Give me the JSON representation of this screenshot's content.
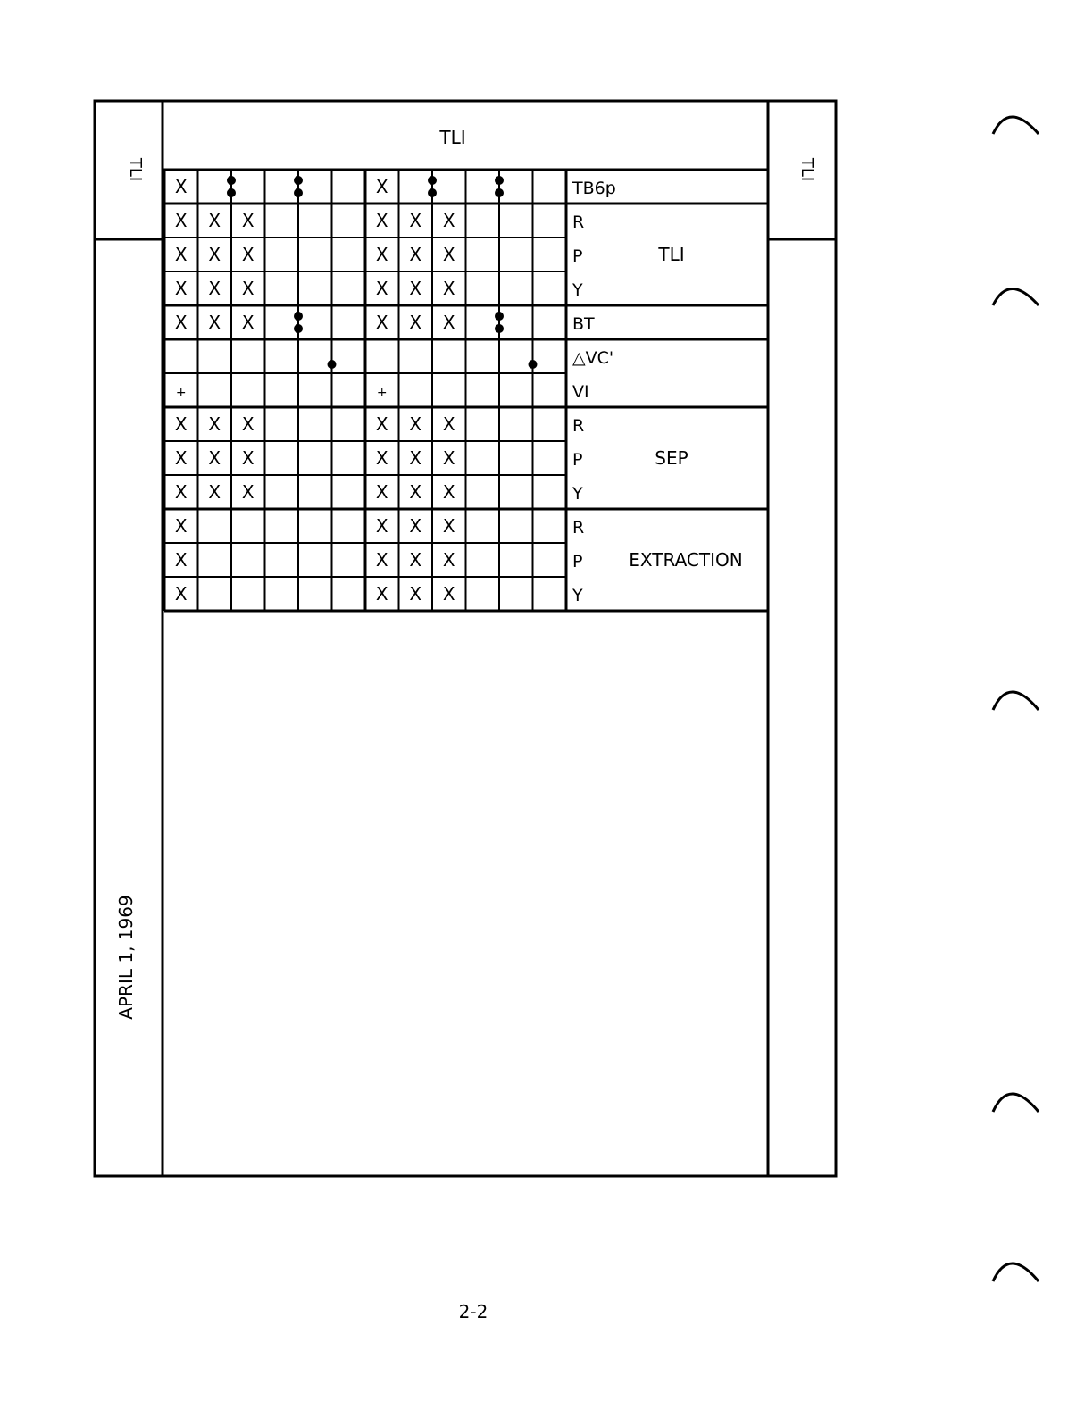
{
  "header_title": "TLI",
  "side_tab_left": "TLI",
  "side_tab_right": "TLI",
  "date": "APRIL 1, 1969",
  "page_number": "2-2",
  "grid": {
    "rows": [
      {
        "cells": [
          "X",
          "",
          "",
          "",
          "",
          "",
          "X",
          "",
          "",
          "",
          "",
          ""
        ],
        "double_dots": [
          2,
          4
        ],
        "single_dots": []
      },
      {
        "cells": [
          "X",
          "X",
          "X",
          "",
          "",
          "",
          "X",
          "X",
          "X",
          "",
          "",
          ""
        ],
        "double_dots": [],
        "single_dots": []
      },
      {
        "cells": [
          "X",
          "X",
          "X",
          "",
          "",
          "",
          "X",
          "X",
          "X",
          "",
          "",
          ""
        ],
        "double_dots": [],
        "single_dots": []
      },
      {
        "cells": [
          "X",
          "X",
          "X",
          "",
          "",
          "",
          "X",
          "X",
          "X",
          "",
          "",
          ""
        ],
        "double_dots": [],
        "single_dots": []
      },
      {
        "cells": [
          "X",
          "X",
          "X",
          "",
          "",
          "",
          "X",
          "X",
          "X",
          "",
          "",
          ""
        ],
        "double_dots": [
          4
        ],
        "single_dots": []
      },
      {
        "cells": [
          "",
          "",
          "",
          "",
          "",
          "",
          "",
          "",
          "",
          "",
          "",
          ""
        ],
        "double_dots": [],
        "single_dots": [
          5
        ]
      },
      {
        "cells": [
          "+",
          "",
          "",
          "",
          "",
          "",
          "+",
          "",
          "",
          "",
          "",
          ""
        ],
        "double_dots": [],
        "single_dots": []
      },
      {
        "cells": [
          "X",
          "X",
          "X",
          "",
          "",
          "",
          "X",
          "X",
          "X",
          "",
          "",
          ""
        ],
        "double_dots": [],
        "single_dots": []
      },
      {
        "cells": [
          "X",
          "X",
          "X",
          "",
          "",
          "",
          "X",
          "X",
          "X",
          "",
          "",
          ""
        ],
        "double_dots": [],
        "single_dots": []
      },
      {
        "cells": [
          "X",
          "X",
          "X",
          "",
          "",
          "",
          "X",
          "X",
          "X",
          "",
          "",
          ""
        ],
        "double_dots": [],
        "single_dots": []
      },
      {
        "cells": [
          "X",
          "",
          "",
          "",
          "",
          "",
          "X",
          "X",
          "X",
          "",
          "",
          ""
        ],
        "double_dots": [],
        "single_dots": []
      },
      {
        "cells": [
          "X",
          "",
          "",
          "",
          "",
          "",
          "X",
          "X",
          "X",
          "",
          "",
          ""
        ],
        "double_dots": [],
        "single_dots": []
      },
      {
        "cells": [
          "X",
          "",
          "",
          "",
          "",
          "",
          "X",
          "X",
          "X",
          "",
          "",
          ""
        ],
        "double_dots": [],
        "single_dots": []
      }
    ],
    "group_ends": [
      1,
      4,
      5,
      7,
      10,
      13
    ],
    "groups": [
      {
        "rows": [
          "TB6p"
        ],
        "title": ""
      },
      {
        "rows": [
          "R",
          "P",
          "Y"
        ],
        "title": "TLI"
      },
      {
        "rows": [
          "BT"
        ],
        "title": ""
      },
      {
        "rows": [
          "△VC'",
          "VI"
        ],
        "title": ""
      },
      {
        "rows": [
          "R",
          "P",
          "Y"
        ],
        "title": "SEP"
      },
      {
        "rows": [
          "R",
          "P",
          "Y"
        ],
        "title": "EXTRACTION"
      }
    ]
  }
}
